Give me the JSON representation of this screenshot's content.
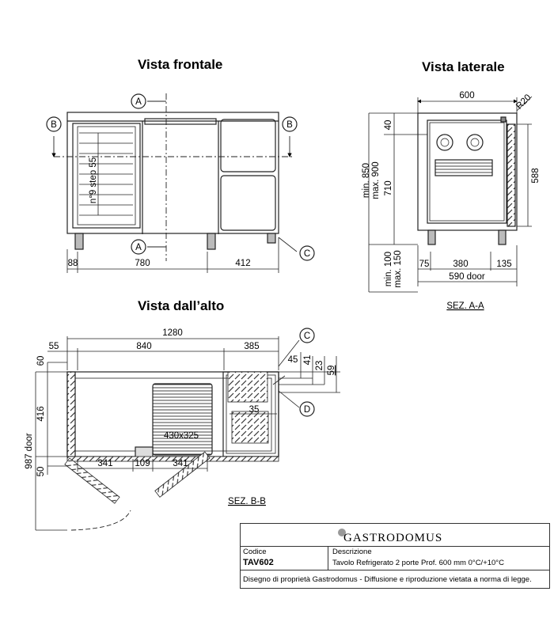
{
  "titles": {
    "front": "Vista frontale",
    "side": "Vista laterale",
    "top": "Vista dall’alto"
  },
  "front_view": {
    "section_a": "A",
    "section_b": "B",
    "marker_c": "C",
    "shelf_label": "n°9 step 55",
    "dims": [
      "88",
      "780",
      "412"
    ]
  },
  "side_view": {
    "dims_top": [
      "600",
      "R20"
    ],
    "dims_left": [
      "40",
      "710",
      "min. 850",
      "max. 900",
      "min. 100",
      "max. 150"
    ],
    "dims_right": [
      "588"
    ],
    "dims_bottom": [
      "75",
      "380",
      "135",
      "590 door"
    ],
    "section_label": "SEZ. A-A"
  },
  "top_view": {
    "marker_c": "C",
    "marker_d": "D",
    "dims_top": [
      "1280",
      "55",
      "840",
      "385"
    ],
    "dims_right": [
      "45",
      "41",
      "23",
      "59"
    ],
    "dims_inner": [
      "35",
      "430x325"
    ],
    "dims_left": [
      "60",
      "416",
      "50",
      "987 door"
    ],
    "dims_bottom": [
      "341",
      "109",
      "341"
    ],
    "section_label": "SEZ. B-B"
  },
  "title_block": {
    "brand": "GASTRODOMUS",
    "code_label": "Codice",
    "code_value": "TAV602",
    "desc_label": "Descrizione",
    "desc_value": "Tavolo Refrigerato 2 porte Prof. 600 mm 0°C/+10°C",
    "disclaimer": "Disegno di proprietà Gastrodomus - Diffusione e riproduzione vietata a norma di legge."
  }
}
